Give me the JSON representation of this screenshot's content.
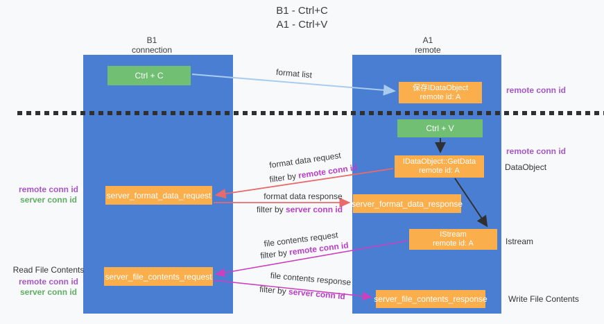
{
  "title": {
    "line1": "B1 - Ctrl+C",
    "line2": "A1 - Ctrl+V"
  },
  "lifelines": {
    "left": {
      "name": "B1",
      "role": "connection"
    },
    "right": {
      "name": "A1",
      "role": "remote"
    }
  },
  "nodes": {
    "ctrl_c": {
      "label": "Ctrl + C"
    },
    "ctrl_v": {
      "label": "Ctrl + V"
    },
    "save_dataobject": {
      "line1": "保存IDataObject",
      "line2": "remote id: A"
    },
    "getdata": {
      "line1": "IDataObject::GetData",
      "line2": "remote id: A"
    },
    "istream": {
      "line1": "IStream",
      "line2": "remote id: A"
    },
    "format_request": {
      "label": "server_format_data_request"
    },
    "format_response": {
      "label": "server_format_data_response"
    },
    "file_request": {
      "label": "server_file_contents_request"
    },
    "file_response": {
      "label": "server_file_contents_response"
    }
  },
  "flow_labels": {
    "format_list": "format list",
    "format_data_request": "format data request",
    "format_data_response": "format data response",
    "file_contents_request": "file contents request",
    "file_contents_response": "file contents response",
    "filter_by": "filter by ",
    "remote_conn_id": "remote conn id",
    "server_conn_id": "server conn id"
  },
  "side_labels": {
    "right_remote_conn_id_1": "remote conn id",
    "right_remote_conn_id_2": "remote conn id",
    "dataobject": "DataObject",
    "istream": "Istream",
    "write_file_contents": "Write File Contents",
    "left_remote_conn_id_1": "remote conn id",
    "left_server_conn_id_1": "server conn id",
    "read_file_contents": "Read File Contents",
    "left_remote_conn_id_2": "remote conn id",
    "left_server_conn_id_2": "server conn id"
  },
  "colors": {
    "lifeline_blue": "#4A7ED2",
    "box_orange": "#FAAE4C",
    "box_green": "#70BF73",
    "purple_label": "#A757C5",
    "green_label": "#5FAE63",
    "magenta_label": "#B93EC9",
    "arrow_lightblue": "#A9CCEE",
    "arrow_red": "#E96A6A",
    "arrow_magenta": "#CC3FBE",
    "arrow_black": "#303030",
    "text_dark": "#3C3C3C",
    "background": "#F8F9FB"
  }
}
